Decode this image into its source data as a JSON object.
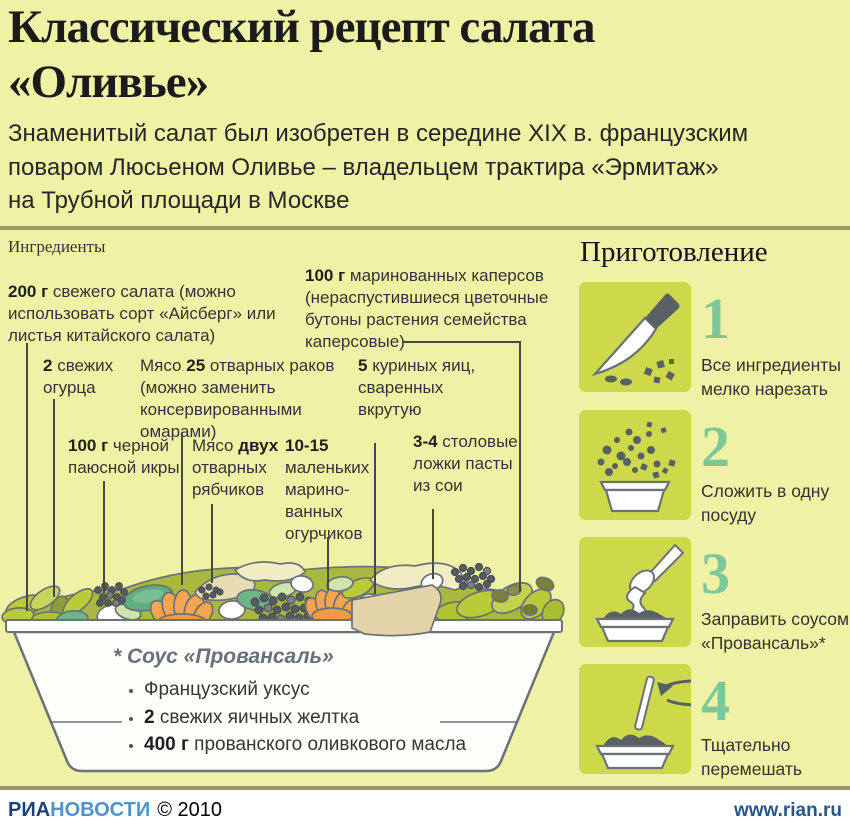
{
  "header": {
    "title": "Классический рецепт салата\n«Оливье»",
    "subtitle": "Знаменитый салат был изобретен в середине XIX в. французским\nповаром Люсьеном Оливье – владельцем трактира «Эрмитаж»\nна Трубной площади в Москве"
  },
  "ingredients": {
    "title": "Ингредиенты",
    "items": [
      {
        "pre": "",
        "bold": "200 г",
        "post": " свежего салата (можно использовать сорт «Айсберг» или листья китайского салата)"
      },
      {
        "pre": "",
        "bold": "2",
        "post": " свежих огурца"
      },
      {
        "pre": "Мясо ",
        "bold": "25",
        "post": " отварных раков (можно заменить консервированными омарами)"
      },
      {
        "pre": "",
        "bold": "100 г",
        "post": " маринованных каперсов (нераспустившиеся цветочные бутоны растения семейства каперсовые)"
      },
      {
        "pre": "",
        "bold": "5",
        "post": " куриных яиц, сваренных вкрутую"
      },
      {
        "pre": "",
        "bold": "100 г",
        "post": " черной паюсной икры"
      },
      {
        "pre": "Мясо ",
        "bold": "двух",
        "post": " отварных рябчиков"
      },
      {
        "pre": "",
        "bold": "10-15",
        "post": " маленьких марино-ванных огурчиков"
      },
      {
        "pre": "",
        "bold": "3-4",
        "post": " столовые ложки пасты из сои"
      }
    ]
  },
  "sauce": {
    "title": "* Соус «Провансаль»",
    "items": [
      {
        "pre": "Французский уксус",
        "bold": "",
        "post": ""
      },
      {
        "pre": "",
        "bold": "2",
        "post": " свежих яичных желтка"
      },
      {
        "pre": "",
        "bold": "400 г",
        "post": " прованского оливкового масла"
      }
    ]
  },
  "steps": {
    "title": "Приготовление",
    "items": [
      {
        "number": "1",
        "label": "Все ингредиенты\nмелко нарезать",
        "icon": "knife-icon"
      },
      {
        "number": "2",
        "label": "Сложить в одну\nпосуду",
        "icon": "combine-bowl-icon"
      },
      {
        "number": "3",
        "label": "Заправить соусом\n«Провансаль»*",
        "icon": "sauce-spoon-icon"
      },
      {
        "number": "4",
        "label": "Тщательно\nперемешать",
        "icon": "stir-icon"
      }
    ]
  },
  "footer": {
    "logo_ria": "РИА",
    "logo_novosti": "НОВОСТИ",
    "copyright": "© 2010",
    "url": "www.rian.ru"
  },
  "colors": {
    "background": "#eff1a5",
    "tile": "#cdd94b",
    "step_number": "#7ec79b",
    "divider": "#989d5e",
    "text": "#343434",
    "outline_gray": "#6a7278",
    "caviar": "#565b60",
    "leaf_green": "#b9cc37",
    "teal_green": "#5fae7f",
    "orange": "#f5a54f",
    "cream": "#f2ecc4",
    "beige": "#e3d4a9",
    "logo_dark_blue": "#1c4179",
    "logo_light_blue": "#4e93cc",
    "url_blue": "#27568c"
  }
}
